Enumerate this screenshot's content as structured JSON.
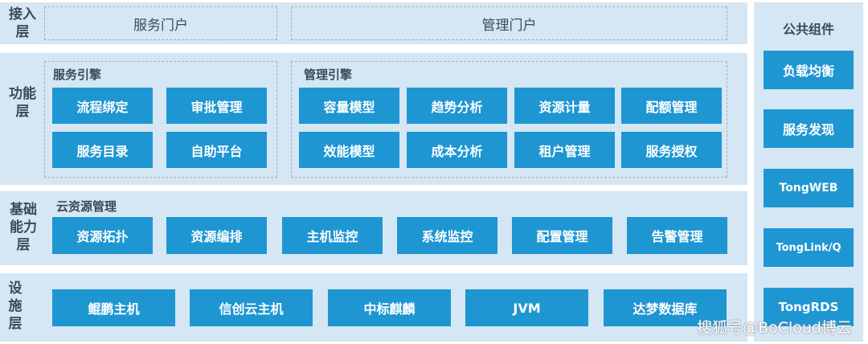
{
  "layers": {
    "access": {
      "label": "接入层",
      "portals": [
        "服务门户",
        "管理门户"
      ]
    },
    "function": {
      "label": "功能层",
      "service_engine": {
        "title": "服务引擎",
        "items": [
          "流程绑定",
          "审批管理",
          "服务目录",
          "自助平台"
        ]
      },
      "management_engine": {
        "title": "管理引擎",
        "items": [
          "容量模型",
          "趋势分析",
          "资源计量",
          "配额管理",
          "效能模型",
          "成本分析",
          "租户管理",
          "服务授权"
        ]
      }
    },
    "base": {
      "label": "基础能力层",
      "group_title": "云资源管理",
      "items": [
        "资源拓扑",
        "资源编排",
        "主机监控",
        "系统监控",
        "配置管理",
        "告警管理"
      ]
    },
    "infra": {
      "label": "设施层",
      "items": [
        "鲲鹏主机",
        "信创云主机",
        "中标麒麟",
        "JVM",
        "达梦数据库"
      ]
    }
  },
  "common": {
    "title": "公共组件",
    "items": [
      "负载均衡",
      "服务发现",
      "TongWEB",
      "TongLink/Q",
      "TongRDS"
    ]
  },
  "watermark": "搜狐号@BoCloud博云",
  "colors": {
    "band": "#d5e6f4",
    "box": "#1e96d2",
    "text": "#3c4a57",
    "dashed_border": "#9fb2c2"
  }
}
